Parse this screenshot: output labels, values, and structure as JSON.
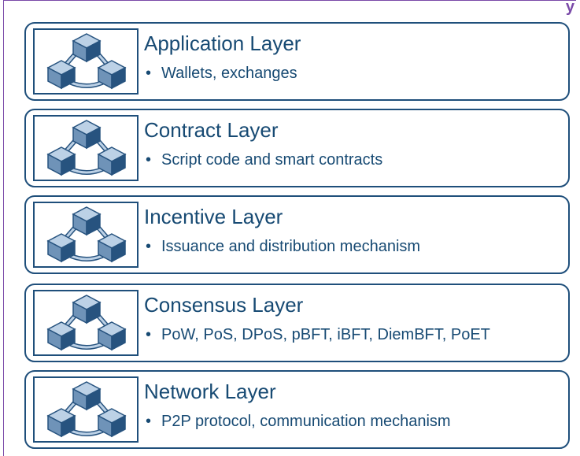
{
  "colors": {
    "border": "#1f4f7b",
    "text": "#174a73",
    "cube_light": "#bcd1e6",
    "cube_dark": "#27537f",
    "frame": "#7a4aa8"
  },
  "corner_mark": "y",
  "layers": [
    {
      "title": "Application Layer",
      "bullet": "•",
      "item": "Wallets, exchanges",
      "icon": "blockchain-cubes-icon"
    },
    {
      "title": "Contract Layer",
      "bullet": "•",
      "item": "Script code and smart contracts",
      "icon": "blockchain-cubes-icon"
    },
    {
      "title": "Incentive Layer",
      "bullet": "•",
      "item": "Issuance and distribution mechanism",
      "icon": "blockchain-cubes-icon"
    },
    {
      "title": "Consensus Layer",
      "bullet": "•",
      "item": "PoW, PoS, DPoS, pBFT, iBFT, DiemBFT, PoET",
      "icon": "blockchain-cubes-icon"
    },
    {
      "title": "Network Layer",
      "bullet": "•",
      "item": "P2P protocol, communication mechanism",
      "icon": "blockchain-cubes-icon"
    }
  ]
}
